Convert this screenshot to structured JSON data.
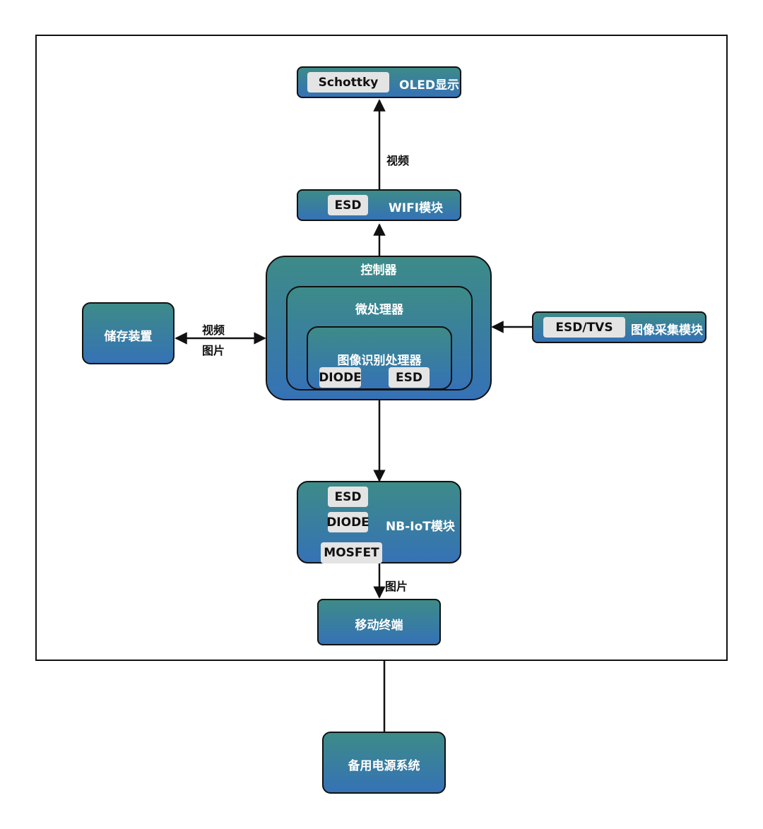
{
  "nodes": {
    "oled": {
      "tag": "Schottky",
      "label": "OLED显示"
    },
    "wifi": {
      "tag": "ESD",
      "label": "WIFI模块"
    },
    "controller": {
      "label": "控制器",
      "micro": {
        "label": "微处理器",
        "image_proc": {
          "label": "图像识别处理器",
          "tag_left": "DIODE",
          "tag_right": "ESD"
        }
      }
    },
    "storage": {
      "label": "储存装置"
    },
    "camera": {
      "tag": "ESD/TVS",
      "label": "图像采集模块"
    },
    "nbiot": {
      "tags": [
        "ESD",
        "DIODE",
        "MOSFET"
      ],
      "label": "NB-IoT模块"
    },
    "mobile": {
      "label": "移动终端"
    },
    "power": {
      "label": "备用电源系统"
    }
  },
  "edges": {
    "wifi_to_oled": "视频",
    "storage_controller_line1": "视频",
    "storage_controller_line2": "图片",
    "nbiot_to_mobile": "图片"
  },
  "colors": {
    "box_gradient_top": "#3d8b88",
    "box_gradient_bottom": "#3572b6",
    "tag_bg": "#e4e4e4",
    "stroke": "#111111"
  }
}
